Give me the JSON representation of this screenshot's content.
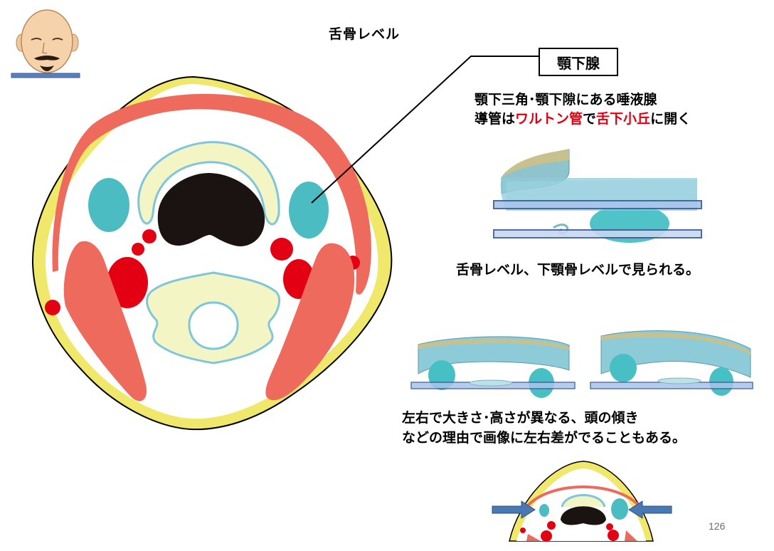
{
  "slide": {
    "level_title": "舌骨レベル",
    "label": "顎下腺",
    "description_line1": "顎下三角･顎下隙にある唾液腺",
    "description_line2": {
      "part1": "導管は",
      "part2_red": "ワルトン管",
      "part3": "で",
      "part4_red": "舌下小丘",
      "part5": "に開く"
    },
    "caption1": "舌骨レベル、下顎骨レベルで見られる。",
    "caption2_line1": "左右で大きさ･高さが異なる、頭の傾き",
    "caption2_line2": "などの理由で画像に左右差がでることもある。",
    "page_number": "126"
  },
  "colors": {
    "skin_outline": "#f0e86a",
    "muscle": "#ee6a5c",
    "gland": "#4bbcc1",
    "lymph_node": "#e30013",
    "airway": "#1a1311",
    "cartilage_fill": "#f3f5c4",
    "cartilage_border": "#7fc6dc",
    "arrow": "#4a78b3",
    "highlight_red": "#e00012"
  },
  "icons": [
    "face-icon",
    "right-arrow-icon",
    "left-arrow-icon"
  ]
}
